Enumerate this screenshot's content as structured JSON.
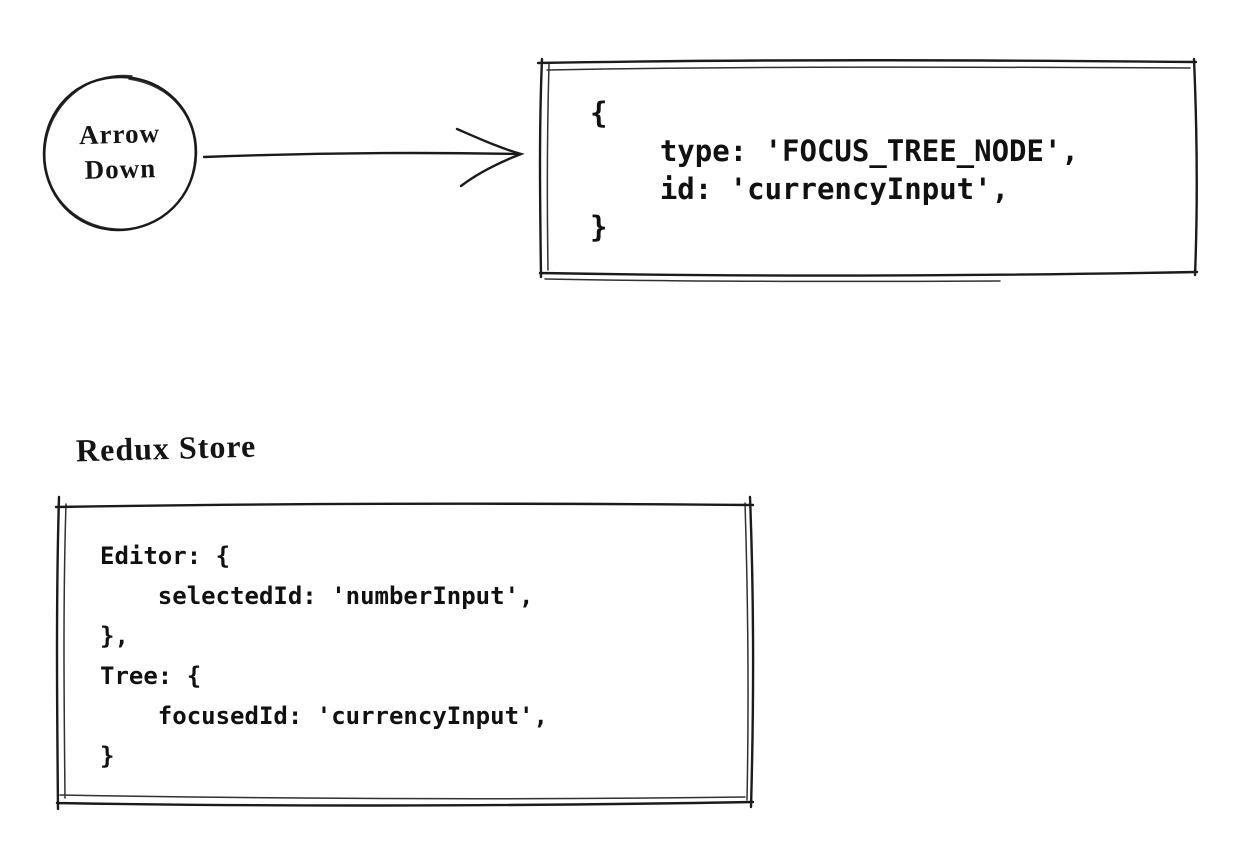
{
  "canvas": {
    "background": "#ffffff",
    "ink": "#1b1b1b"
  },
  "trigger_node": {
    "shape": "circle",
    "lines": [
      "Arrow",
      "Down"
    ]
  },
  "arrow": {
    "icon": "right-arrow",
    "direction": "right"
  },
  "action_box": {
    "code_lines": [
      "{",
      "    type: 'FOCUS_TREE_NODE',",
      "    id: 'currencyInput',",
      "}"
    ]
  },
  "store": {
    "label": "Redux Store",
    "code_lines": [
      "Editor: {",
      "    selectedId: 'numberInput',",
      "},",
      "Tree: {",
      "    focusedId: 'currencyInput',",
      "}"
    ]
  }
}
